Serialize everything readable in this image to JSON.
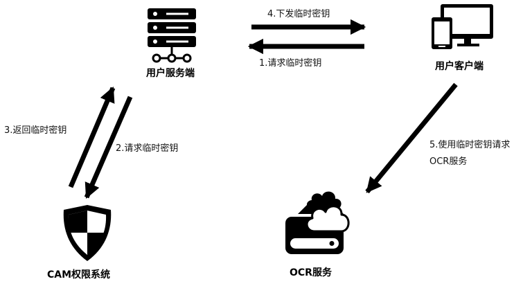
{
  "nodes": {
    "server": "用户服务端",
    "client": "用户客户端",
    "cam": "CAM权限系统",
    "ocr": "OCR服务"
  },
  "edges": {
    "issue_key": "4.下发临时密钥",
    "request_key": "1.请求临时密钥",
    "cam_request": "2.请求临时密钥",
    "cam_return": "3.返回临时密钥",
    "use_key": "5.使用临时密钥请求\nOCR服务"
  },
  "colors": {
    "ink": "#000000",
    "background": "#ffffff"
  }
}
